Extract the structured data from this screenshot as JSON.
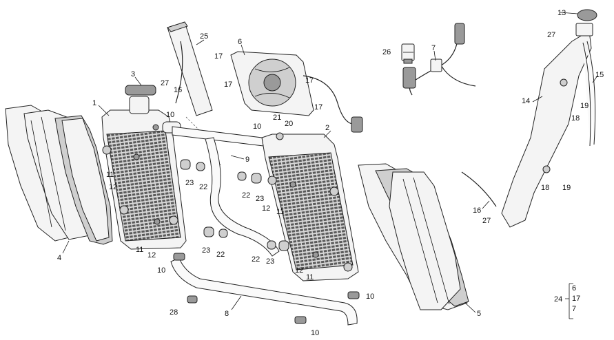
{
  "callouts": [
    {
      "id": "c1",
      "text": "1"
    },
    {
      "id": "c2",
      "text": "2"
    },
    {
      "id": "c3",
      "text": "3"
    },
    {
      "id": "c4",
      "text": "4"
    },
    {
      "id": "c5",
      "text": "5"
    },
    {
      "id": "c6",
      "text": "6"
    },
    {
      "id": "c7",
      "text": "7"
    },
    {
      "id": "c8",
      "text": "8"
    },
    {
      "id": "c9",
      "text": "9"
    },
    {
      "id": "c10a",
      "text": "10"
    },
    {
      "id": "c10b",
      "text": "10"
    },
    {
      "id": "c10c",
      "text": "10"
    },
    {
      "id": "c10d",
      "text": "10"
    },
    {
      "id": "c10e",
      "text": "10"
    },
    {
      "id": "c11a",
      "text": "11"
    },
    {
      "id": "c11b",
      "text": "11"
    },
    {
      "id": "c11c",
      "text": "11"
    },
    {
      "id": "c11d",
      "text": "11"
    },
    {
      "id": "c12a",
      "text": "12"
    },
    {
      "id": "c12b",
      "text": "12"
    },
    {
      "id": "c12c",
      "text": "12"
    },
    {
      "id": "c12d",
      "text": "12"
    },
    {
      "id": "c13",
      "text": "13"
    },
    {
      "id": "c14",
      "text": "14"
    },
    {
      "id": "c15",
      "text": "15"
    },
    {
      "id": "c16a",
      "text": "16"
    },
    {
      "id": "c16b",
      "text": "16"
    },
    {
      "id": "c17a",
      "text": "17"
    },
    {
      "id": "c17b",
      "text": "17"
    },
    {
      "id": "c17c",
      "text": "17"
    },
    {
      "id": "c17d",
      "text": "17"
    },
    {
      "id": "c18a",
      "text": "18"
    },
    {
      "id": "c18b",
      "text": "18"
    },
    {
      "id": "c19a",
      "text": "19"
    },
    {
      "id": "c19b",
      "text": "19"
    },
    {
      "id": "c20",
      "text": "20"
    },
    {
      "id": "c21",
      "text": "21"
    },
    {
      "id": "c22a",
      "text": "22"
    },
    {
      "id": "c22b",
      "text": "22"
    },
    {
      "id": "c22c",
      "text": "22"
    },
    {
      "id": "c22d",
      "text": "22"
    },
    {
      "id": "c23a",
      "text": "23"
    },
    {
      "id": "c23b",
      "text": "23"
    },
    {
      "id": "c23c",
      "text": "23"
    },
    {
      "id": "c23d",
      "text": "23"
    },
    {
      "id": "c25",
      "text": "25"
    },
    {
      "id": "c26",
      "text": "26"
    },
    {
      "id": "c27a",
      "text": "27"
    },
    {
      "id": "c27b",
      "text": "27"
    },
    {
      "id": "c27c",
      "text": "27"
    },
    {
      "id": "c28",
      "text": "28"
    }
  ],
  "legend": {
    "group_label": "24",
    "items": [
      "6",
      "17",
      "7"
    ]
  }
}
